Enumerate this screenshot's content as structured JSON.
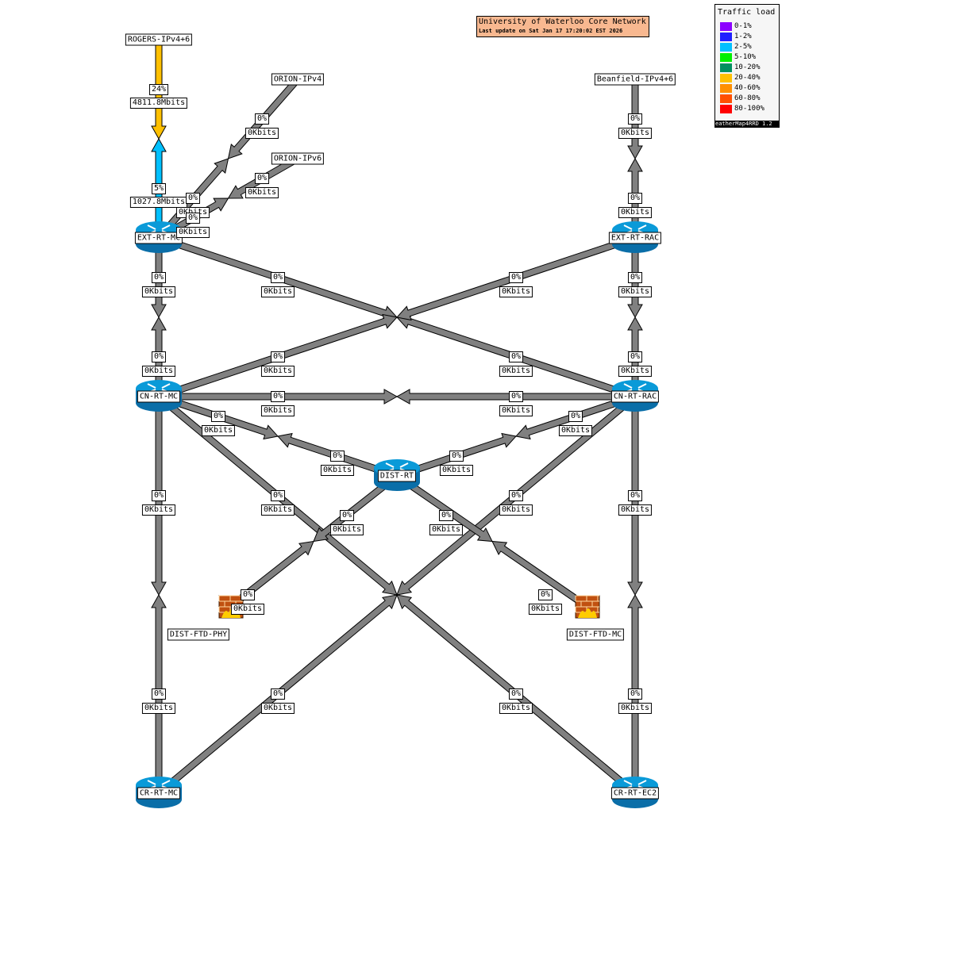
{
  "map": {
    "title": "University of Waterloo Core Network !",
    "last_update": "Last update on Sat Jan 17 17:20:02 EST 2026"
  },
  "legend": {
    "title": "Traffic load",
    "items": [
      {
        "label": "0-1%",
        "color": "#8c00ff"
      },
      {
        "label": "1-2%",
        "color": "#2020ff"
      },
      {
        "label": "2-5%",
        "color": "#00c0ff"
      },
      {
        "label": "5-10%",
        "color": "#00f000"
      },
      {
        "label": "10-20%",
        "color": "#009060"
      },
      {
        "label": "20-40%",
        "color": "#ffc000"
      },
      {
        "label": "40-60%",
        "color": "#ff9000"
      },
      {
        "label": "60-80%",
        "color": "#ff5000"
      },
      {
        "label": "80-100%",
        "color": "#ff0000"
      }
    ],
    "footer": "eatherMap4RRD 1.2"
  },
  "nodes": {
    "rogers": "ROGERS-IPv4+6",
    "orion4": "ORION-IPv4",
    "orion6": "ORION-IPv6",
    "beanfield": "Beanfield-IPv4+6",
    "ext_mc": "EXT-RT-MC",
    "ext_rac": "EXT-RT-RAC",
    "cn_mc": "CN-RT-MC",
    "cn_rac": "CN-RT-RAC",
    "dist": "DIST-RT",
    "ftd_phy": "DIST-FTD-PHY",
    "ftd_mc": "DIST-FTD-MC",
    "cr_mc": "CR-RT-MC",
    "cr_ec2": "CR-RT-EC2"
  },
  "colors": {
    "idle_link": "#808080",
    "rogers_in": "#ffc000",
    "rogers_out": "#00c0ff",
    "router": "#0a9ad8",
    "router_dark": "#0a6ea8"
  },
  "links": {
    "rogers": {
      "in_pct": "24%",
      "in_rate": "4811.8Mbits",
      "out_pct": "5%",
      "out_rate": "1027.8Mbits"
    },
    "orion4": {
      "a_pct": "0%",
      "a_rate": "0Kbits",
      "b_pct": "0%",
      "b_rate": "0Kbits"
    },
    "orion6": {
      "a_pct": "0%",
      "a_rate": "0Kbits",
      "b_pct": "0%",
      "b_rate": "0Kbits"
    },
    "beanfield": {
      "a_pct": "0%",
      "a_rate": "0Kbits",
      "b_pct": "0%",
      "b_rate": "0Kbits"
    },
    "ext_mc_cn_mc": {
      "a_pct": "0%",
      "a_rate": "0Kbits",
      "b_pct": "0%",
      "b_rate": "0Kbits"
    },
    "ext_rac_cn_rac": {
      "a_pct": "0%",
      "a_rate": "0Kbits",
      "b_pct": "0%",
      "b_rate": "0Kbits"
    },
    "ext_mc_cn_rac": {
      "a_pct": "0%",
      "a_rate": "0Kbits",
      "b_pct": "0%",
      "b_rate": "0Kbits"
    },
    "ext_rac_cn_mc": {
      "a_pct": "0%",
      "a_rate": "0Kbits",
      "b_pct": "0%",
      "b_rate": "0Kbits"
    },
    "cn_mc_cn_rac": {
      "a_pct": "0%",
      "a_rate": "0Kbits",
      "b_pct": "0%",
      "b_rate": "0Kbits"
    },
    "cn_mc_dist": {
      "a_pct": "0%",
      "a_rate": "0Kbits",
      "b_pct": "0%",
      "b_rate": "0Kbits"
    },
    "cn_rac_dist": {
      "a_pct": "0%",
      "a_rate": "0Kbits",
      "b_pct": "0%",
      "b_rate": "0Kbits"
    },
    "cn_mc_cr_mc": {
      "a_pct": "0%",
      "a_rate": "0Kbits",
      "b_pct": "0%",
      "b_rate": "0Kbits"
    },
    "cn_rac_cr_ec2": {
      "a_pct": "0%",
      "a_rate": "0Kbits",
      "b_pct": "0%",
      "b_rate": "0Kbits"
    },
    "cn_mc_cr_ec2": {
      "a_pct": "0%",
      "a_rate": "0Kbits",
      "b_pct": "0%",
      "b_rate": "0Kbits"
    },
    "cn_rac_cr_mc": {
      "a_pct": "0%",
      "a_rate": "0Kbits",
      "b_pct": "0%",
      "b_rate": "0Kbits"
    },
    "dist_ftd_phy": {
      "a_pct": "0%",
      "a_rate": "0Kbits",
      "b_pct": "0%",
      "b_rate": "0Kbits"
    },
    "dist_ftd_mc": {
      "a_pct": "0%",
      "a_rate": "0Kbits",
      "b_pct": "0%",
      "b_rate": "0Kbits"
    }
  }
}
